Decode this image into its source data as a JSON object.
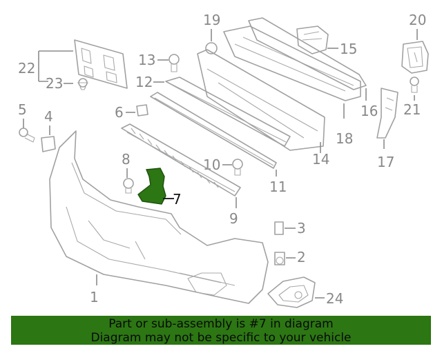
{
  "diagram": {
    "highlighted_part": "7",
    "highlight_color": "#2c7613",
    "callouts": {
      "c1": "1",
      "c2": "2",
      "c3": "3",
      "c4": "4",
      "c5": "5",
      "c6": "6",
      "c7": "7",
      "c8": "8",
      "c9": "9",
      "c10": "10",
      "c11": "11",
      "c12": "12",
      "c13": "13",
      "c14": "14",
      "c15": "15",
      "c16": "16",
      "c17": "17",
      "c18": "18",
      "c19": "19",
      "c20": "20",
      "c21": "21",
      "c22": "22",
      "c23": "23",
      "c24": "24"
    }
  },
  "banner": {
    "line1": "Part or sub-assembly is #7 in diagram",
    "line2": "Diagram may not be specific to your vehicle",
    "background": "#2c7613"
  }
}
